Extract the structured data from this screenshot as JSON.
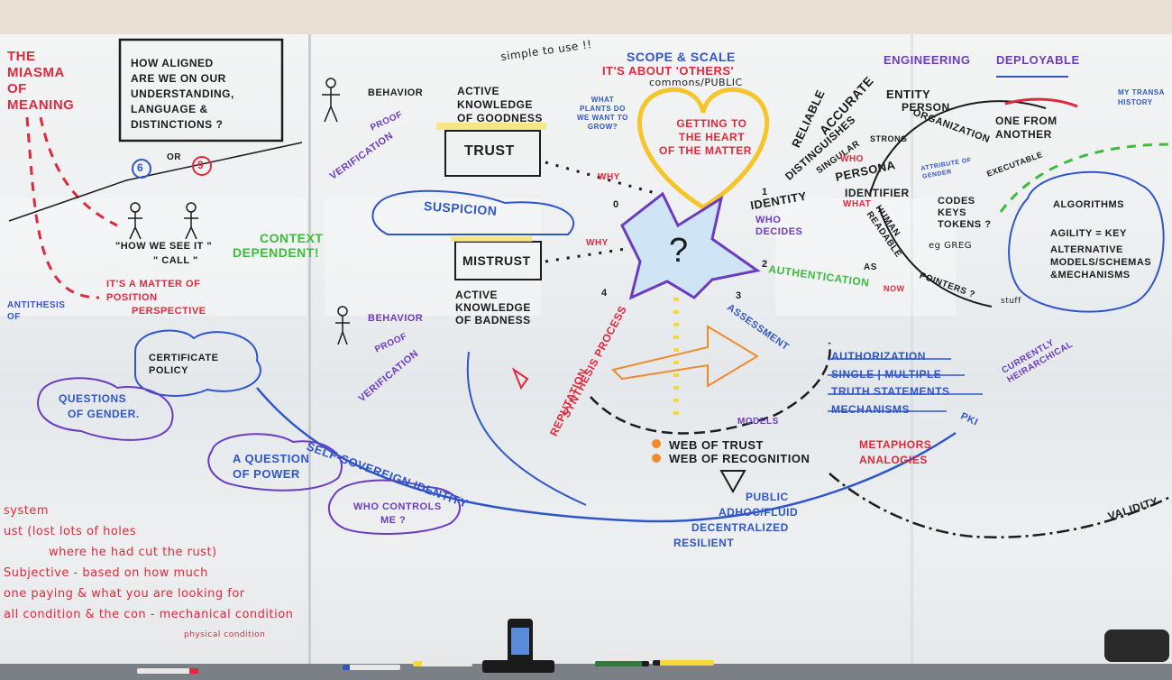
{
  "board": {
    "title_miasma": [
      "THE",
      "MIASMA",
      "OF",
      "MEANING"
    ],
    "box_question": [
      "HOW ALIGNED",
      "ARE WE ON OUR",
      "UNDERSTANDING,",
      "LANGUAGE &",
      "DISTINCTIONS ?"
    ],
    "simple_to_use": "simple to use !!",
    "scope_scale": "SCOPE & SCALE",
    "its_about_others": "IT'S ABOUT 'OTHERS'",
    "commons_public": "commons/PUBLIC",
    "heart_text": [
      "GETTING TO",
      "THE HEART",
      "OF THE MATTER"
    ],
    "what_plants": [
      "WHAT",
      "PLANTS DO",
      "WE WANT TO",
      "GROW?"
    ],
    "engineering": "ENGINEERING",
    "deployable": "DEPLOYABLE",
    "reliable": "RELIABLE",
    "accurate": "ACCURATE",
    "distinguishes": "DISTINGUISHES",
    "entity": "ENTITY",
    "person": "PERSON",
    "organization": "ORGANIZATION",
    "one_from_another": [
      "ONE FROM",
      "ANOTHER"
    ],
    "my_transaction_history": [
      "MY TRANSA",
      "HISTORY"
    ],
    "singular": "SINGULAR",
    "strong": "STRONG",
    "who": "WHO",
    "persona": "PERSONA",
    "attribute_gender": [
      "ATTRIBUTE OF",
      "GENDER"
    ],
    "executable": "EXECUTABLE",
    "identity": "IDENTITY",
    "identifier": "IDENTIFIER",
    "codes_keys_tokens": [
      "CODES",
      "KEYS",
      "TOKENS ?"
    ],
    "what": "WHAT",
    "who_decides": [
      "WHO",
      "DECIDES"
    ],
    "human_readable": [
      "HUMAN",
      "READABLE"
    ],
    "as": "AS",
    "eg_greg": "eg GREG",
    "pointers": "POINTERS ?",
    "stuff": "stuff",
    "algorithms": "ALGORITHMS",
    "agility_key": "AGILITY = KEY",
    "alternative": [
      "ALTERNATIVE",
      "MODELS/SCHEMAS",
      "&MECHANISMS"
    ],
    "behavior_top": "BEHAVIOR",
    "active_goodness": [
      "ACTIVE",
      "KNOWLEDGE",
      "OF GOODNESS"
    ],
    "proof_top": "PROOF",
    "verification_top": "VERIFICATION",
    "trust": "TRUST",
    "why_top": "WHY",
    "suspicion": "SUSPICION",
    "or": "OR",
    "num_six": "6",
    "num_nine": "9",
    "how_we_see_it": "\"HOW WE SEE IT \"",
    "call": "\" CALL \"",
    "context_dependent": [
      "CONTEXT",
      "DEPENDENT!"
    ],
    "mistrust": "MISTRUST",
    "why_mid": "WHY",
    "active_badness": [
      "ACTIVE",
      "KNOWLEDGE",
      "OF BADNESS"
    ],
    "behavior_bottom": "BEHAVIOR",
    "proof_bottom": "PROOF",
    "verification_bottom": "VERIFICATION",
    "matter_of_position": [
      "IT'S A MATTER OF",
      "POSITION",
      "PERSPECTIVE"
    ],
    "antithesis": [
      "ANTITHESIS",
      "OF"
    ],
    "certificate_policy": [
      "CERTIFICATE",
      "POLICY"
    ],
    "questions_of_gender": [
      "QUESTIONS",
      "OF GENDER."
    ],
    "question_of_power": [
      "A QUESTION",
      "OF POWER"
    ],
    "who_controls_me": [
      "WHO CONTROLS",
      "ME ?"
    ],
    "self_sovereign": "SELF-SOVEREIGN IDENTITY",
    "synthesis_process": "SYNTHESIS PROCESS",
    "reputation": "REPUTATION",
    "authentication": "AUTHENTICATION",
    "now": "NOW",
    "assessment": "ASSESSMENT",
    "auth_list": [
      "AUTHORIZATION",
      "SINGLE | MULTIPLE",
      "TRUTH STATEMENTS",
      "MECHANISMS"
    ],
    "currently_hierarchical": [
      "CURRENTLY",
      "HEIRARCHICAL"
    ],
    "pki": "PKI",
    "models": "MODELS",
    "web_of_trust": "WEB OF TRUST",
    "web_of_recognition": "WEB OF RECOGNITION",
    "metaphors": [
      "METAPHORS",
      "ANALOGIES"
    ],
    "public_list": [
      "PUBLIC",
      "ADHOC/FLUID",
      "DECENTRALIZED",
      "RESILIENT"
    ],
    "validity": "VALIDITY",
    "numbers": [
      "0",
      "1",
      "2",
      "3",
      "4"
    ],
    "red_notes": [
      "system",
      "ust (lost lots of holes",
      "where he had cut the rust)",
      "Subjective - based on how much",
      "one paying & what you are looking for",
      "all condition & the con - mechanical condition",
      "physical condition"
    ]
  },
  "colors": {
    "red": "#e2283c",
    "blue": "#2f56c8",
    "purple": "#6b3cc2",
    "green": "#3dbb3a",
    "orange": "#f08a2c",
    "yellow": "#f5d83a",
    "black": "#1c1c1c"
  },
  "icons": [
    "stick-figure-icon",
    "heart-icon",
    "star-burst-icon",
    "arrow-icon",
    "cloud-icon",
    "phone-icon",
    "eraser-icon"
  ]
}
